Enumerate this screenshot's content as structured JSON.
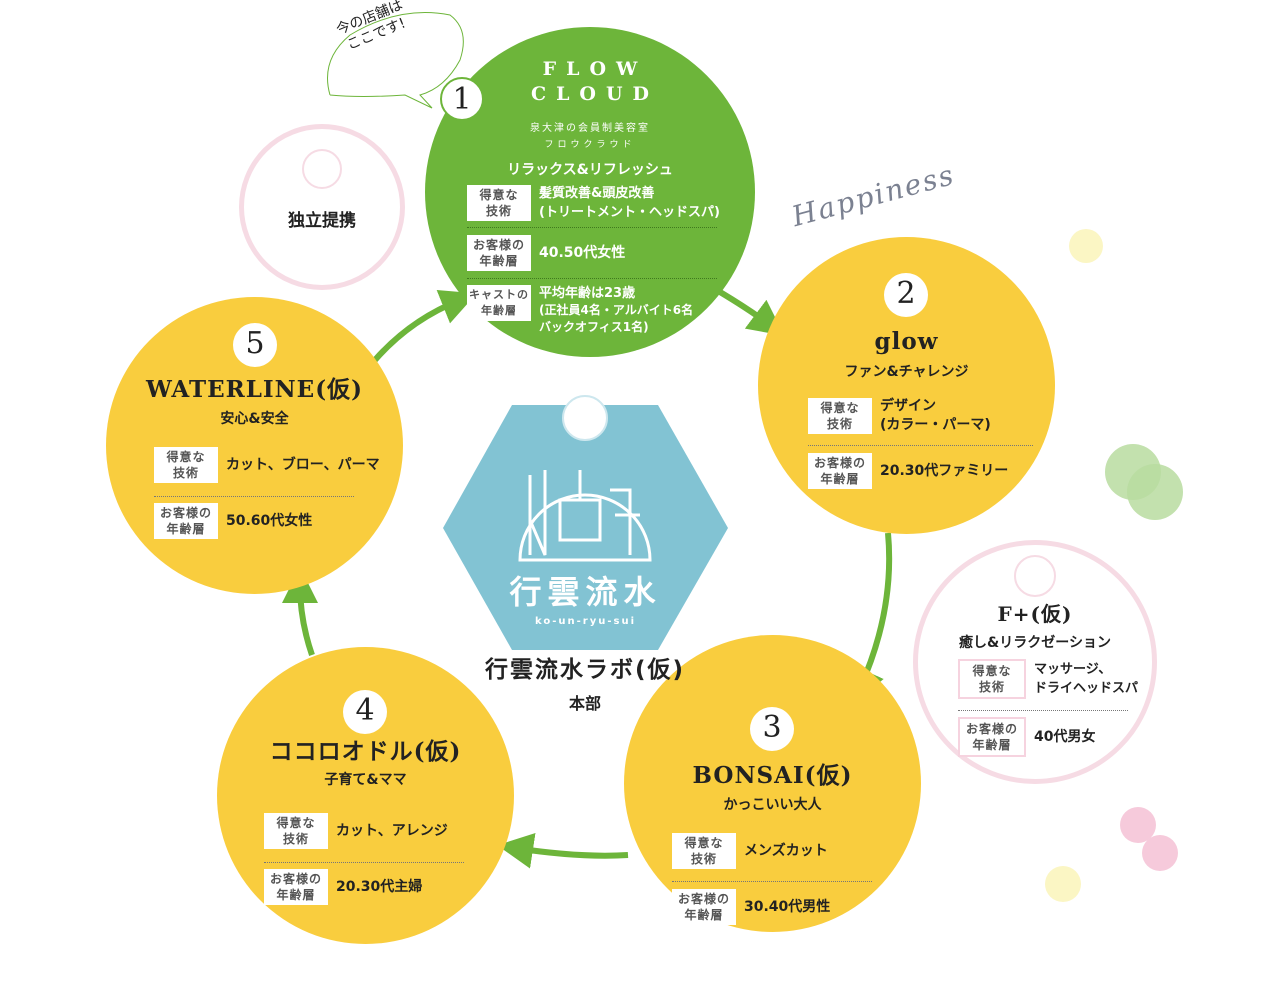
{
  "bubble_text": [
    "今の店舗は",
    "ここです!"
  ],
  "happiness": "Happiness",
  "independent": {
    "label": "独立提携"
  },
  "hq": {
    "logo_kanji": "行雲流水",
    "logo_roman": "ko-un-ryu-sui",
    "name": "行雲流水ラボ(仮)",
    "sub": "本部"
  },
  "stores": [
    {
      "num": "1",
      "logo": [
        "FLOW",
        "CLOUD"
      ],
      "desc": "泉大津の会員制美容室",
      "kana": "フロウクラウド",
      "concept": "リラックス&リフレッシュ",
      "rows": [
        {
          "label": [
            "得意な",
            "技術"
          ],
          "value": [
            "髪質改善&頭皮改善",
            "(トリートメント・ヘッドスパ)"
          ]
        },
        {
          "label": [
            "お客様の",
            "年齢層"
          ],
          "value": [
            "40.50代女性"
          ]
        },
        {
          "label": [
            "キャストの",
            "年齢層"
          ],
          "value": [
            "平均年齢は23歳",
            "(正社員4名・アルバイト6名",
            "バックオフィス1名)"
          ]
        }
      ]
    },
    {
      "num": "2",
      "name": "glow",
      "concept": "ファン&チャレンジ",
      "rows": [
        {
          "label": [
            "得意な",
            "技術"
          ],
          "value": [
            "デザイン",
            "(カラー・パーマ)"
          ]
        },
        {
          "label": [
            "お客様の",
            "年齢層"
          ],
          "value": [
            "20.30代ファミリー"
          ]
        }
      ]
    },
    {
      "num": "3",
      "name": "BONSAI(仮)",
      "concept": "かっこいい大人",
      "rows": [
        {
          "label": [
            "得意な",
            "技術"
          ],
          "value": [
            "メンズカット"
          ]
        },
        {
          "label": [
            "お客様の",
            "年齢層"
          ],
          "value": [
            "30.40代男性"
          ]
        }
      ]
    },
    {
      "num": "4",
      "name": "ココロオドル(仮)",
      "concept": "子育て&ママ",
      "rows": [
        {
          "label": [
            "得意な",
            "技術"
          ],
          "value": [
            "カット、アレンジ"
          ]
        },
        {
          "label": [
            "お客様の",
            "年齢層"
          ],
          "value": [
            "20.30代主婦"
          ]
        }
      ]
    },
    {
      "num": "5",
      "name": "WATERLINE(仮)",
      "concept": "安心&安全",
      "rows": [
        {
          "label": [
            "得意な",
            "技術"
          ],
          "value": [
            "カット、ブロー、パーマ"
          ]
        },
        {
          "label": [
            "お客様の",
            "年齢層"
          ],
          "value": [
            "50.60代女性"
          ]
        }
      ]
    }
  ],
  "fplus": {
    "name": "F+(仮)",
    "concept": "癒し&リラクゼーション",
    "rows": [
      {
        "label": [
          "得意な",
          "技術"
        ],
        "value": [
          "マッサージ、",
          "ドライヘッドスパ"
        ]
      },
      {
        "label": [
          "お客様の",
          "年齢層"
        ],
        "value": [
          "40代男女"
        ]
      }
    ]
  },
  "colors": {
    "green": "#6db53a",
    "yellow": "#f9cd3e",
    "hex_blue": "#82c3d3",
    "pink": "#f6dbe4"
  }
}
